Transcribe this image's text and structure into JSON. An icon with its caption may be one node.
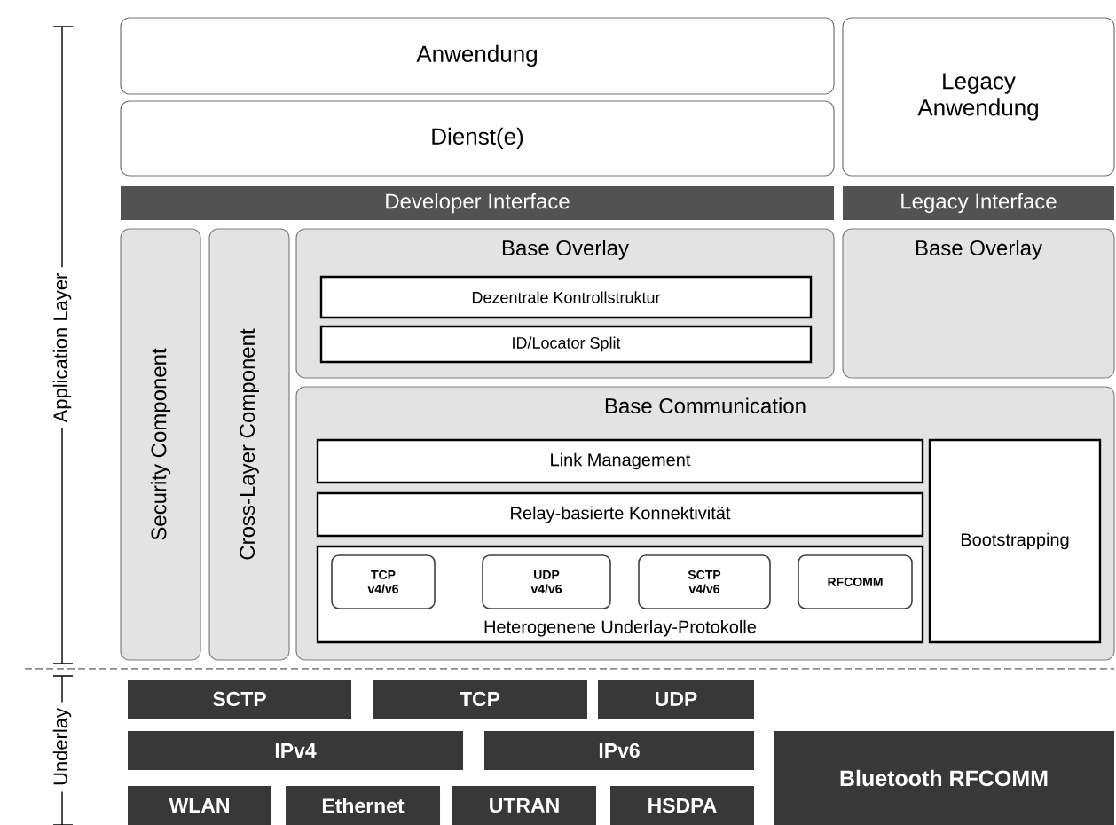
{
  "diagram": {
    "nodes": [
      {
        "text": [
          "Anwendung"
        ]
      },
      {
        "text": [
          "Dienst(e)"
        ]
      },
      {
        "text": [
          "Legacy Anwendung"
        ]
      },
      {
        "text": [
          "Developer Interface"
        ]
      },
      {
        "text": [
          "Legacy Interface"
        ]
      },
      {
        "text": [
          "Security Component"
        ]
      },
      {
        "text": [
          "Cross-Layer Component"
        ]
      },
      {
        "text": [
          "Base Overlay"
        ]
      },
      {
        "text": [
          "Dezentrale Kontrollstruktur"
        ],
        "in": 7
      },
      {
        "text": [
          "ID/Locator Split"
        ],
        "in": 7
      },
      {
        "text": [
          "Base Overlay"
        ]
      },
      {
        "text": [
          "Base Communication"
        ]
      },
      {
        "text": [
          "Link Management"
        ],
        "in": 11
      },
      {
        "text": [
          "Relay-basierte Konnektivität"
        ],
        "in": 11
      },
      {
        "text": [
          "Heterogenene Underlay-Protokolle"
        ],
        "in": 11
      },
      {
        "text": [
          "TCP v4/v6"
        ],
        "in": 14
      },
      {
        "text": [
          "UDP v4/v6"
        ],
        "in": 14
      },
      {
        "text": [
          "SCTP v4/v6"
        ],
        "in": 14
      },
      {
        "text": [
          "RFCOMM"
        ],
        "in": 14
      },
      {
        "text": [
          "Bootstrapping"
        ],
        "in": 11
      },
      {
        "text": [
          "SCTP"
        ]
      },
      {
        "text": [
          "TCP"
        ]
      },
      {
        "text": [
          "UDP"
        ]
      },
      {
        "text": [
          "IPv4"
        ]
      },
      {
        "text": [
          "IPv6"
        ]
      },
      {
        "text": [
          "WLAN"
        ]
      },
      {
        "text": [
          "Ethernet"
        ]
      },
      {
        "text": [
          "UTRAN"
        ]
      },
      {
        "text": [
          "HSDPA"
        ]
      },
      {
        "text": [
          "Bluetooth RFCOMM"
        ]
      }
    ],
    "edges": [],
    "labels": [
      "Application Layer",
      "Underlay"
    ]
  }
}
